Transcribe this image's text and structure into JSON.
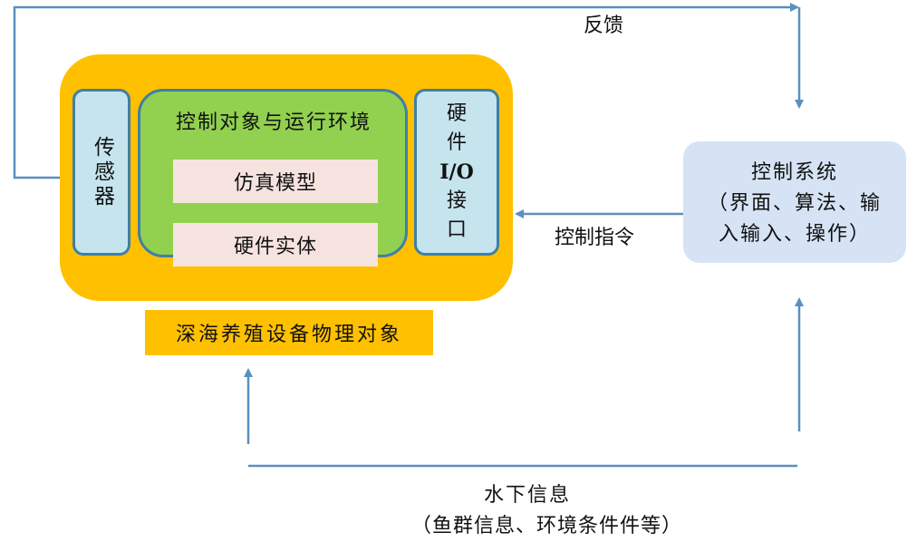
{
  "colors": {
    "arrow": "#5b8fbf",
    "outer_fill": "#ffc000",
    "env_fill": "#92d050",
    "module_fill": "#c6e4ee",
    "module_border": "#3f7fa6",
    "inner_fill": "#f6e3df",
    "control_fill": "#d6e3f4"
  },
  "labels": {
    "feedback": "反馈",
    "control_command": "控制指令",
    "underwater_info": "水下信息",
    "underwater_info_detail": "（鱼群信息、环境条件件等）"
  },
  "device": {
    "sensor": "传感器",
    "env_title": "控制对象与运行环境",
    "sim_model": "仿真模型",
    "hw_entity": "硬件实体",
    "io_line1": "硬",
    "io_line2": "件",
    "io_line3": "I/O",
    "io_line4": "接",
    "io_line5": "口",
    "caption": "深海养殖设备物理对象"
  },
  "control_system": {
    "line1": "控制系统",
    "line2": "（界面、算法、输",
    "line3": "入输入、操作）"
  }
}
